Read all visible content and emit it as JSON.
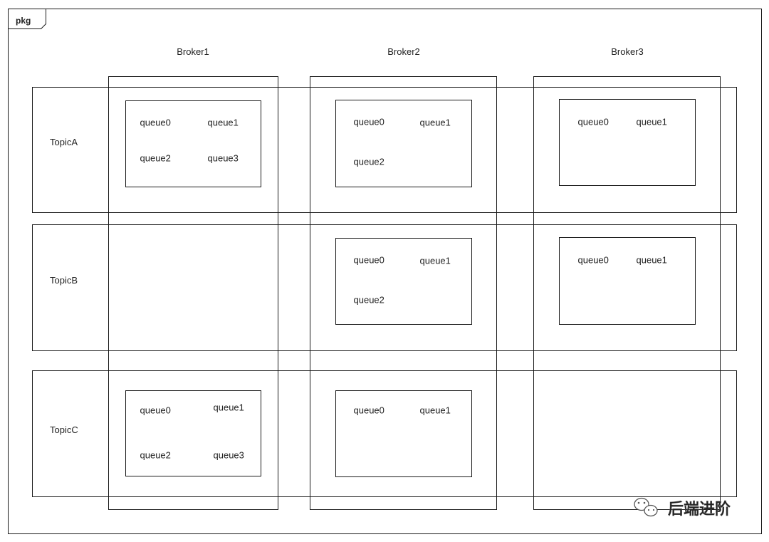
{
  "package_label": "pkg",
  "brokers": [
    {
      "name": "Broker1"
    },
    {
      "name": "Broker2"
    },
    {
      "name": "Broker3"
    }
  ],
  "topics": [
    {
      "name": "TopicA"
    },
    {
      "name": "TopicB"
    },
    {
      "name": "TopicC"
    }
  ],
  "queue_groups": [
    {
      "topic": "TopicA",
      "broker": "Broker1",
      "queues": [
        "queue0",
        "queue1",
        "queue2",
        "queue3"
      ]
    },
    {
      "topic": "TopicA",
      "broker": "Broker2",
      "queues": [
        "queue0",
        "queue1",
        "queue2"
      ]
    },
    {
      "topic": "TopicA",
      "broker": "Broker3",
      "queues": [
        "queue0",
        "queue1"
      ]
    },
    {
      "topic": "TopicB",
      "broker": "Broker2",
      "queues": [
        "queue0",
        "queue1",
        "queue2"
      ]
    },
    {
      "topic": "TopicB",
      "broker": "Broker3",
      "queues": [
        "queue0",
        "queue1"
      ]
    },
    {
      "topic": "TopicC",
      "broker": "Broker1",
      "queues": [
        "queue0",
        "queue1",
        "queue2",
        "queue3"
      ]
    },
    {
      "topic": "TopicC",
      "broker": "Broker2",
      "queues": [
        "queue0",
        "queue1"
      ]
    }
  ],
  "watermark": {
    "text": "后端进阶",
    "icon": "wechat-icon"
  }
}
